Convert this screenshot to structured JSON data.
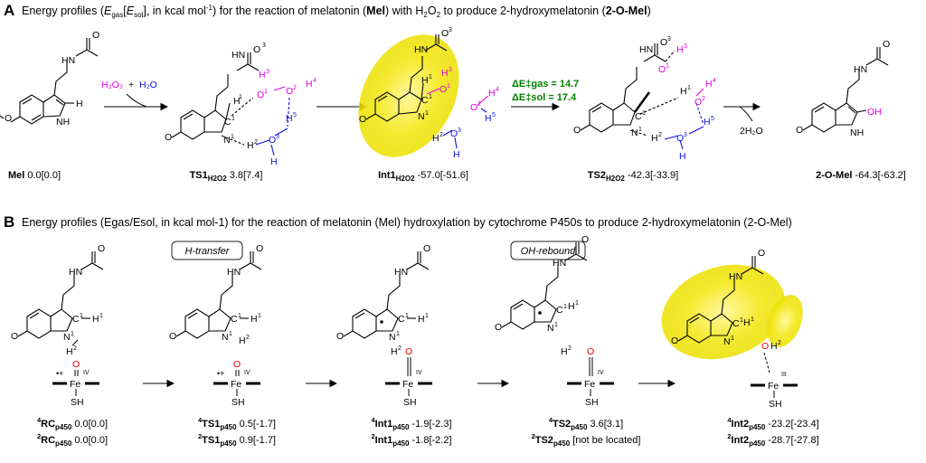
{
  "panelA": {
    "letter": "A",
    "header_pre": "Energy profiles (",
    "header_mid": ", in kcal mol",
    "header_post": ") for the reaction of melatonin (",
    "mel": "Mel",
    "header_post2": ") with H",
    "header_post3": "O",
    "header_post4": " to produce 2-hydroxymelatonin (",
    "omel": "2-O-Mel",
    "header_end": ")",
    "reagent_h2o2": "H₂O₂",
    "reagent_plus": "+",
    "reagent_h2o": "H₂O",
    "barrier_gas": "ΔE‡gas = 14.7",
    "barrier_sol": "ΔE‡sol = 17.4",
    "byproduct": "2H₂O",
    "species": [
      {
        "name": "Mel",
        "sub": "",
        "value": "0.0[0.0]"
      },
      {
        "name": "TS1",
        "sub": "H2O2",
        "value": "3.8[7.4]"
      },
      {
        "name": "Int1",
        "sub": "H2O2",
        "value": "-57.0[-51.6]"
      },
      {
        "name": "TS2",
        "sub": "H2O2",
        "value": "-42.3[-33.9]"
      },
      {
        "name": "2-O-Mel",
        "sub": "",
        "value": "-64.3[-63.2]"
      }
    ]
  },
  "panelB": {
    "letter": "B",
    "header": "Energy profiles (Egas/Esol, in kcal mol-1) for the reaction of melatonin (Mel) hydroxylation by cytochrome P450s to produce 2-hydroxymelatonin (2-O-Mel)",
    "h_transfer": "H-transfer",
    "oh_rebound": "OH-rebound",
    "species": [
      {
        "q": "4",
        "name": "RC",
        "sub": "p450",
        "value": "0.0[0.0]",
        "q2": "2",
        "value2": "0.0[0.0]"
      },
      {
        "q": "4",
        "name": "TS1",
        "sub": "p450",
        "value": "0.5[-1.7]",
        "q2": "2",
        "value2": "0.9[-1.7]"
      },
      {
        "q": "4",
        "name": "Int1",
        "sub": "p450",
        "value": "-1.9[-2.3]",
        "q2": "2",
        "value2": "-1.8[-2.2]"
      },
      {
        "q": "4",
        "name": "TS2",
        "sub": "p450",
        "value": "3.6[3.1]",
        "q2": "2",
        "value2": "[not be located]"
      },
      {
        "q": "4",
        "name": "Int2",
        "sub": "p450",
        "value": "-23.2[-23.4]",
        "q2": "2",
        "value2": "-28.7[-27.8]"
      }
    ]
  },
  "colors": {
    "magenta": "#e000e0",
    "blue": "#1010e0",
    "red": "#e00000",
    "green": "#008000",
    "yellow": "#f2e600"
  },
  "labels": {
    "methoxy_o": "O",
    "nh": "NH",
    "h": "H",
    "sh": "SH",
    "fe": "Fe",
    "oh_label": "OH",
    "hn": "HN",
    "o": "O",
    "c": "C",
    "n": "N",
    "iv": "IV",
    "iii": "III",
    "q1": "1",
    "q2": "2",
    "q3": "3",
    "q4": "4",
    "q5": "5"
  }
}
